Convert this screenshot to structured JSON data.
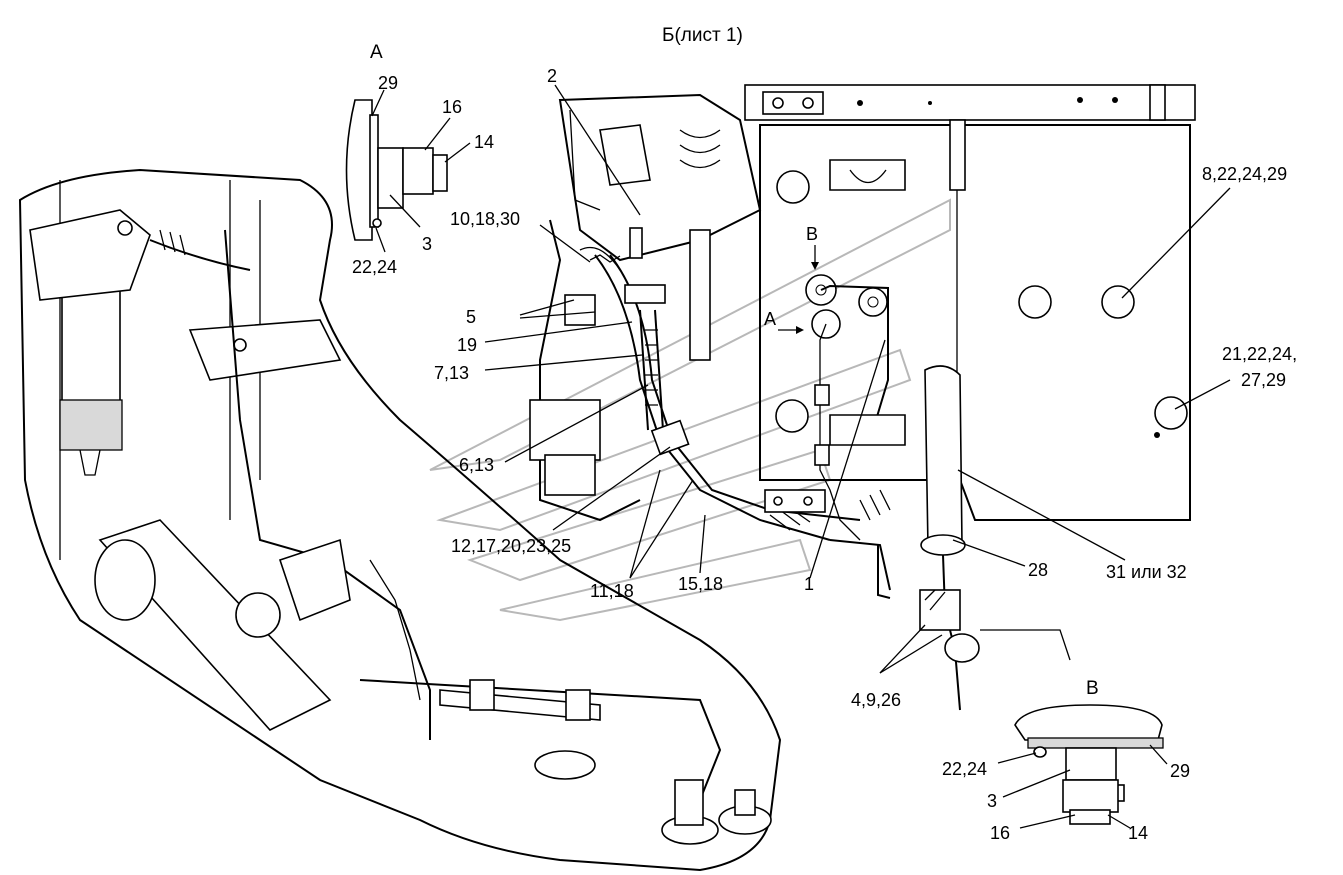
{
  "views": {
    "a": "А",
    "b": "Б(лист 1)",
    "v": "В"
  },
  "detail_a": {
    "l29": "29",
    "l16": "16",
    "l14": "14",
    "l3": "3",
    "l2224": "22,24"
  },
  "main": {
    "l2": "2",
    "l101830": "10,18,30",
    "l5": "5",
    "l19": "19",
    "l713": "7,13",
    "l613": "6,13",
    "l1217": "12,17,20,23,25",
    "l1118": "11,18",
    "l1518": "15,18",
    "l1": "1",
    "l28": "28",
    "l3132": "31 или 32",
    "l8": "8,22,24,29",
    "l21a": "21,22,24,",
    "l21b": "27,29",
    "l4926": "4,9,26",
    "arrow_v": "В",
    "arrow_a": "А"
  },
  "detail_v": {
    "l2224": "22,24",
    "l29": "29",
    "l3": "3",
    "l16": "16",
    "l14": "14"
  }
}
